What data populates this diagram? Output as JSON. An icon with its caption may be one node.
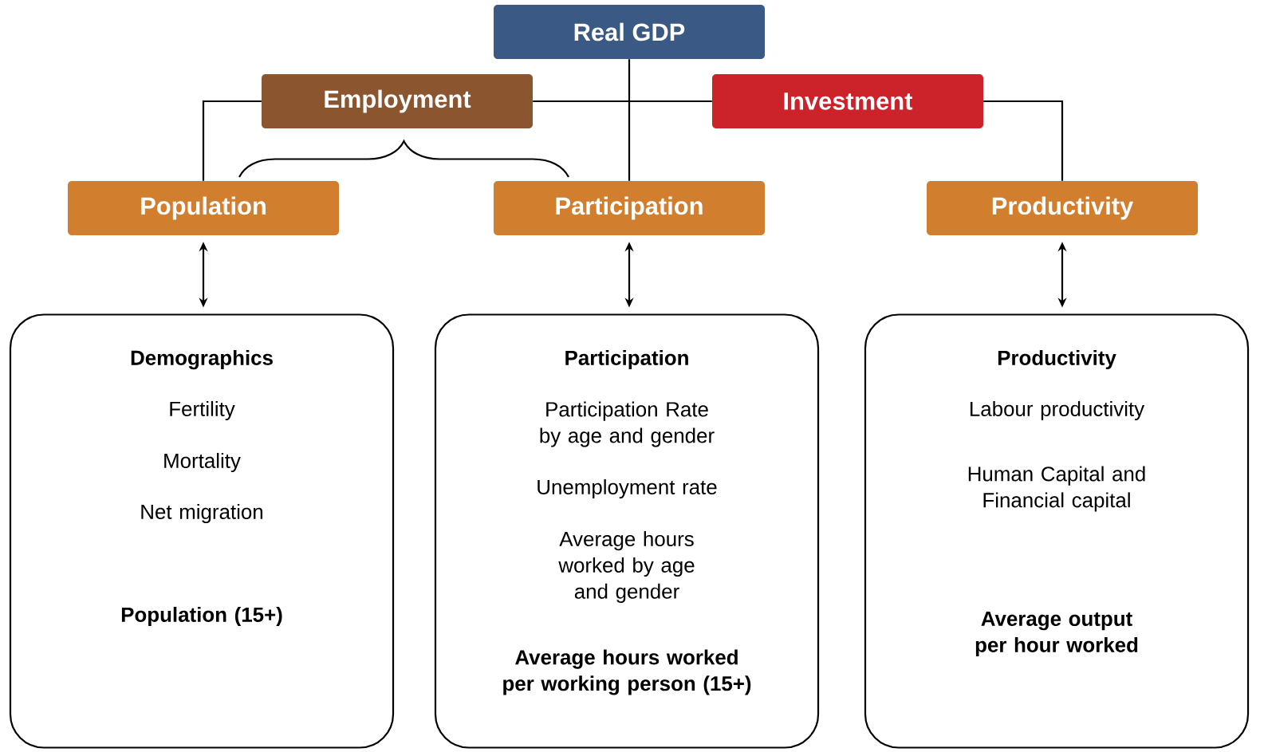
{
  "diagram": {
    "nodes": [
      {
        "text": [
          "Real GDP"
        ]
      },
      {
        "text": [
          "Employment"
        ]
      },
      {
        "text": [
          "Investment"
        ]
      },
      {
        "text": [
          "Population"
        ]
      },
      {
        "text": [
          "Participation"
        ]
      },
      {
        "text": [
          "Productivity"
        ]
      },
      {
        "text": [
          "Demographics",
          "Fertility",
          "Mortality",
          "Net migration",
          "Population (15+)"
        ]
      },
      {
        "text": [
          "Participation",
          "Participation Rate by age and gender",
          "Unemployment rate",
          "Average hours worked by age and gender",
          "Average hours worked per working person (15+)"
        ]
      },
      {
        "text": [
          "Productivity",
          "Labour productivity",
          "Human Capital and Financial capital",
          "Average output per hour worked"
        ]
      }
    ],
    "edges": [
      {
        "from": 0,
        "to": 4,
        "arrow": "none"
      },
      {
        "from": 1,
        "to": 2,
        "arrow": "none"
      },
      {
        "from": 1,
        "to": 3,
        "arrow": "none"
      },
      {
        "from": 2,
        "to": 5,
        "arrow": "none"
      },
      {
        "from": 3,
        "to": 6,
        "arrow": "both"
      },
      {
        "from": 4,
        "to": 7,
        "arrow": "both"
      },
      {
        "from": 5,
        "to": 8,
        "arrow": "both"
      }
    ]
  }
}
